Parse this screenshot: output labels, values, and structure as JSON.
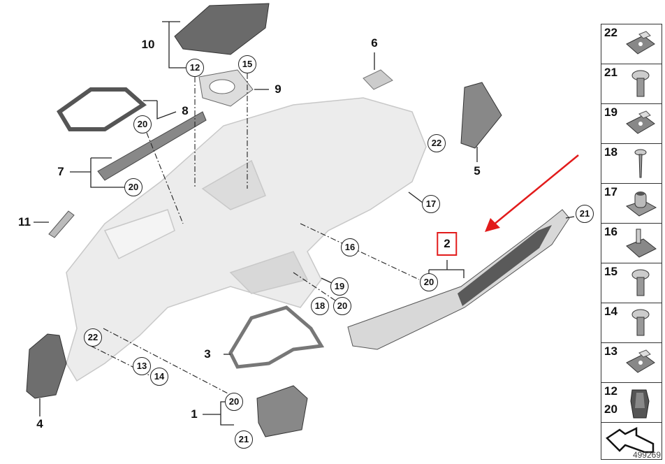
{
  "diagram": {
    "title_labels": [
      "1",
      "2",
      "3",
      "4",
      "5",
      "6",
      "7",
      "8",
      "9",
      "10",
      "11"
    ],
    "highlighted_label": "2",
    "callouts": [
      "12",
      "15",
      "20",
      "20",
      "22",
      "17",
      "16",
      "19",
      "18",
      "20",
      "20",
      "21",
      "22",
      "13",
      "14",
      "20",
      "21"
    ],
    "legend": [
      {
        "number": "22",
        "icon": "clip-nut-icon"
      },
      {
        "number": "21",
        "icon": "torx-screw-icon"
      },
      {
        "number": "19",
        "icon": "clip-nut-icon"
      },
      {
        "number": "18",
        "icon": "self-tapping-screw-icon"
      },
      {
        "number": "17",
        "icon": "cage-nut-icon"
      },
      {
        "number": "16",
        "icon": "bracket-clip-icon"
      },
      {
        "number": "15",
        "icon": "torx-screw-icon"
      },
      {
        "number": "14",
        "icon": "torx-screw-icon"
      },
      {
        "number": "13",
        "icon": "clip-nut-icon"
      },
      {
        "number": "12",
        "number2": "20",
        "icon": "expanding-clip-icon"
      },
      {
        "number": "",
        "icon": "direction-arrow-icon"
      }
    ],
    "reference_number": "499269",
    "colors": {
      "highlight": "#e21b1b",
      "part_light": "#e6e6e6",
      "part_dark": "#777777"
    }
  }
}
